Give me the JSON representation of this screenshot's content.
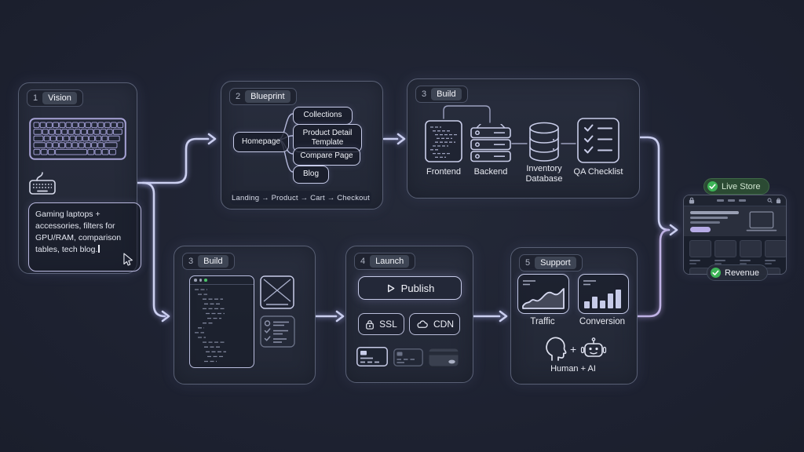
{
  "vision": {
    "number": "1",
    "label": "Vision",
    "note": "Gaming laptops + accessories, filters for GPU/RAM, comparison tables, tech blog."
  },
  "blueprint": {
    "number": "2",
    "label": "Blueprint",
    "homepage": "Homepage",
    "collections": "Collections",
    "product_detail": "Product Detail Template",
    "compare": "Compare Page",
    "blog": "Blog",
    "funnel": "Landing → Product → Cart → Checkout"
  },
  "build": {
    "number": "3",
    "label": "Build",
    "frontend": "Frontend",
    "backend": "Backend",
    "inventory": "Inventory Database",
    "qa": "QA Checklist"
  },
  "build2": {
    "number": "3",
    "label": "Build"
  },
  "launch": {
    "number": "4",
    "label": "Launch",
    "publish": "Publish",
    "ssl": "SSL",
    "cdn": "CDN"
  },
  "support": {
    "number": "5",
    "label": "Support",
    "traffic": "Traffic",
    "conversion": "Conversion",
    "plus": "+",
    "human_ai": "Human + AI"
  },
  "store": {
    "live": "Live Store",
    "revenue": "Revenue"
  },
  "colors": {
    "background": "#1d2130",
    "wire": "#ccd0f0",
    "wire_purple": "#bfb2e4",
    "accent_purple": "#b6abe6",
    "green": "#3db457",
    "panel_border": "#596075"
  }
}
